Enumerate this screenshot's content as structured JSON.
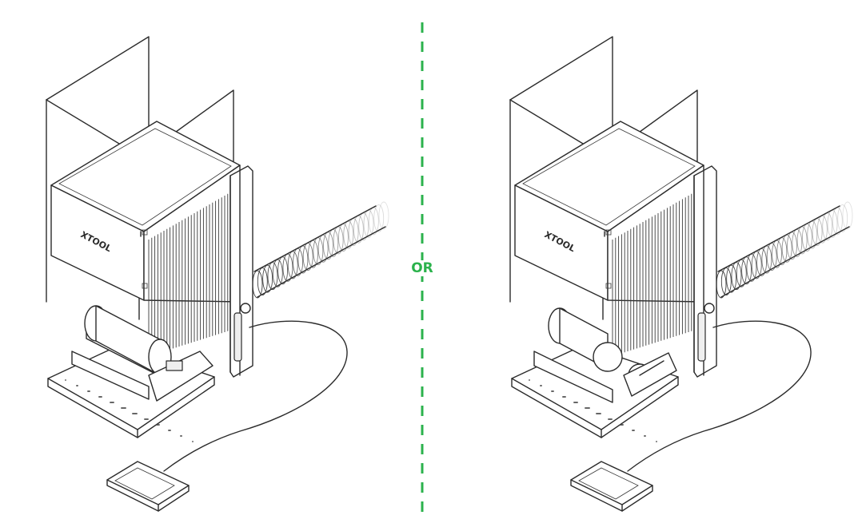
{
  "separator": {
    "label": "OR",
    "color": "#2bb24c"
  },
  "brand_text": "XTOOL",
  "variants": [
    {
      "id": "left",
      "attachment": "roller"
    },
    {
      "id": "right",
      "attachment": "chuck"
    }
  ]
}
